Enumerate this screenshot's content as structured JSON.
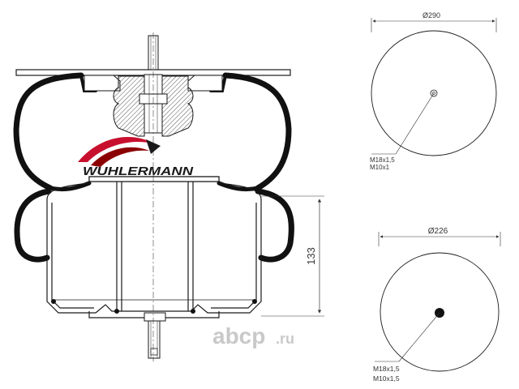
{
  "brand": {
    "name": "WUHLERMANN",
    "color": "#1a1a1a",
    "swoosh_colors": [
      "#c8102e",
      "#8b0000",
      "#1a1a1a"
    ]
  },
  "watermark": {
    "text": "abcp",
    "domain": ".ru",
    "color": "#c9c9c9"
  },
  "dimensions": {
    "height": "133",
    "top_plate_diameter": "Ø290",
    "bottom_plate_diameter": "Ø226"
  },
  "top_view": {
    "thread_line1": "M18x1,5",
    "thread_line2": "M10x1"
  },
  "bottom_view": {
    "thread_line1": "M18x1,5",
    "thread_line2": "M10x1,5"
  },
  "colors": {
    "line": "#1a1a1a",
    "hatch": "#555555",
    "rubber": "#111111",
    "background": "#ffffff"
  }
}
